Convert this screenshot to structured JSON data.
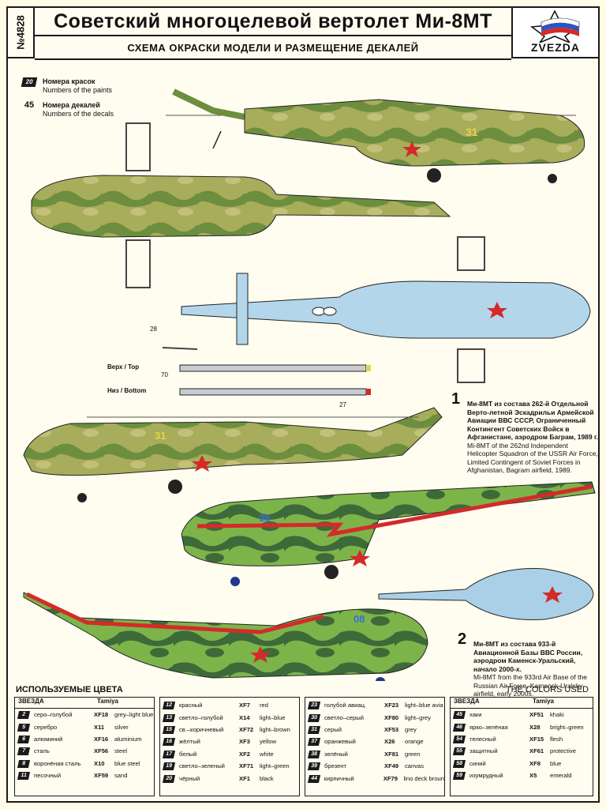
{
  "header": {
    "catalog_number": "№4828",
    "title": "Советский многоцелевой вертолет Ми-8МТ",
    "subtitle": "СХЕМА ОКРАСКИ МОДЕЛИ И РАЗМЕЩЕНИЕ ДЕКАЛЕЙ",
    "brand": "ZVEZDA"
  },
  "legend": {
    "paints_badge": "20",
    "paints_ru": "Номера красок",
    "paints_en": "Numbers of the paints",
    "decals_badge": "45",
    "decals_ru": "Номера декалей",
    "decals_en": "Numbers of the decals"
  },
  "rotor_labels": {
    "top_ru_en": "Верх / Top",
    "bottom_ru_en": "Низ / Bottom",
    "n28": "28",
    "n70": "70",
    "n27": "27"
  },
  "versions": [
    {
      "number": "1",
      "ru": "Ми-8МТ из состава 262-й Отдельной Верто-летной Эскадрильи Армейской Авиации ВВС СССР, Ограниченный Контингент Советских Войск в Афганистане, аэродром Баграм, 1989 г.",
      "en": "Mi-8MT of the 262nd Independent Helicopter Squadron of the USSR Air Force, Limited Contingent of Soviet Forces in Afghanistan, Bagram airfield, 1989."
    },
    {
      "number": "2",
      "ru": "Ми-8МТ из состава 933-й Авиационной Базы ВВС России, аэродром Каменск-Уральский, начало 2000-х.",
      "en": "Mi-8MT from the 933rd Air Base of the Russian Air Force, Kamensk-Uralsky airfield, early 2000s."
    }
  ],
  "markings": {
    "tail_number_v1": "31",
    "tail_number_v2": "08"
  },
  "colors_section": {
    "title_ru": "ИСПОЛЬЗУЕМЫЕ ЦВЕТА",
    "title_en": "THE COLORS USED",
    "col_zvezda": "ЗВЕЗДА",
    "col_tamiya": "Tamiya",
    "tables": [
      [
        {
          "n": "2",
          "ru": "серо–голубой",
          "code": "XF18",
          "en": "grey–light blue"
        },
        {
          "n": "5",
          "ru": "серебро",
          "code": "X11",
          "en": "silver"
        },
        {
          "n": "6",
          "ru": "алюминий",
          "code": "XF16",
          "en": "aluminium"
        },
        {
          "n": "7",
          "ru": "сталь",
          "code": "XF56",
          "en": "steel"
        },
        {
          "n": "8",
          "ru": "воронёная сталь",
          "code": "X10",
          "en": "blue steel"
        },
        {
          "n": "11",
          "ru": "песочный",
          "code": "XF59",
          "en": "sand"
        }
      ],
      [
        {
          "n": "12",
          "ru": "красный",
          "code": "XF7",
          "en": "red"
        },
        {
          "n": "13",
          "ru": "светло–голубой",
          "code": "X14",
          "en": "light–blue"
        },
        {
          "n": "15",
          "ru": "св.–коричневый",
          "code": "XF72",
          "en": "light–brown"
        },
        {
          "n": "16",
          "ru": "жёлтый",
          "code": "XF3",
          "en": "yellow"
        },
        {
          "n": "17",
          "ru": "белый",
          "code": "XF2",
          "en": "white"
        },
        {
          "n": "19",
          "ru": "светло–зеленый",
          "code": "XF71",
          "en": "light–green"
        },
        {
          "n": "20",
          "ru": "чёрный",
          "code": "XF1",
          "en": "black"
        }
      ],
      [
        {
          "n": "23",
          "ru": "голубой авиац.",
          "code": "XF23",
          "en": "light–blue avia"
        },
        {
          "n": "30",
          "ru": "светло–серый",
          "code": "XF80",
          "en": "light–grey"
        },
        {
          "n": "31",
          "ru": "серый",
          "code": "XF53",
          "en": "grey"
        },
        {
          "n": "37",
          "ru": "оранжевый",
          "code": "X26",
          "en": "orange"
        },
        {
          "n": "38",
          "ru": "зелёный",
          "code": "XF81",
          "en": "green"
        },
        {
          "n": "39",
          "ru": "брезент",
          "code": "XF49",
          "en": "canvas"
        },
        {
          "n": "44",
          "ru": "кирпичный",
          "code": "XF79",
          "en": "lino deck broun"
        }
      ],
      [
        {
          "n": "45",
          "ru": "хаки",
          "code": "XF51",
          "en": "khaki"
        },
        {
          "n": "46",
          "ru": "ярко–зелёная",
          "code": "X28",
          "en": "bright–green"
        },
        {
          "n": "54",
          "ru": "телесный",
          "code": "XF15",
          "en": "flesh"
        },
        {
          "n": "55",
          "ru": "защитный",
          "code": "XF61",
          "en": "protective"
        },
        {
          "n": "58",
          "ru": "синий",
          "code": "XF8",
          "en": "blue"
        },
        {
          "n": "59",
          "ru": "изумрудный",
          "code": "X5",
          "en": "emerald"
        }
      ]
    ]
  },
  "palette": {
    "khaki": "#9aa04a",
    "green": "#5f8a3a",
    "darkgreen": "#3f6b3a",
    "brightgreen": "#7fb34a",
    "lightblue": "#a9cfe3",
    "red": "#d42a2a",
    "grey": "#b9c0c6"
  }
}
